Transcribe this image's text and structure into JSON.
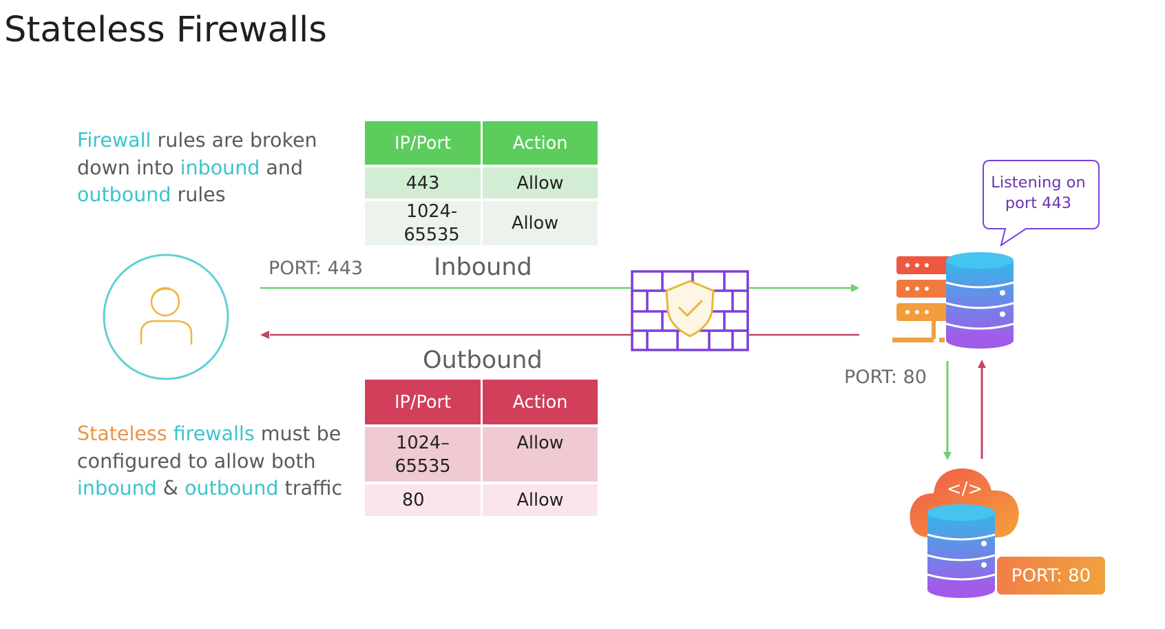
{
  "title": "Stateless Firewalls",
  "intro": {
    "w1": "Firewall",
    "w2": " rules are broken down into ",
    "w3": "inbound",
    "w4": " and ",
    "w5": "outbound",
    "w6": " rules"
  },
  "note": {
    "w1": "Stateless",
    "w2": " ",
    "w3": "firewalls",
    "w4": " must be configured to allow both ",
    "w5": "inbound",
    "w6": " & ",
    "w7": "outbound",
    "w8": " traffic"
  },
  "inbound_table": {
    "headers": [
      "IP/Port",
      "Action"
    ],
    "rows": [
      [
        "443",
        "Allow"
      ],
      [
        "1024-65535",
        "Allow"
      ]
    ]
  },
  "outbound_table": {
    "headers": [
      "IP/Port",
      "Action"
    ],
    "rows": [
      [
        "1024–\n65535",
        "Allow"
      ],
      [
        "80",
        "Allow"
      ]
    ]
  },
  "labels": {
    "port_443": "PORT: 443",
    "inbound": "Inbound",
    "outbound": "Outbound",
    "port_80": "PORT: 80",
    "listening": "Listening on port 443",
    "port_80_badge": "PORT: 80"
  },
  "colors": {
    "teal": "#3cc3cc",
    "orange": "#e8944a",
    "green": "#5ccd5c",
    "red": "#d23f5a",
    "purple": "#7b3fd6"
  },
  "icons": [
    "user-icon",
    "firewall-icon",
    "server-database-icon",
    "cloud-code-database-icon"
  ]
}
